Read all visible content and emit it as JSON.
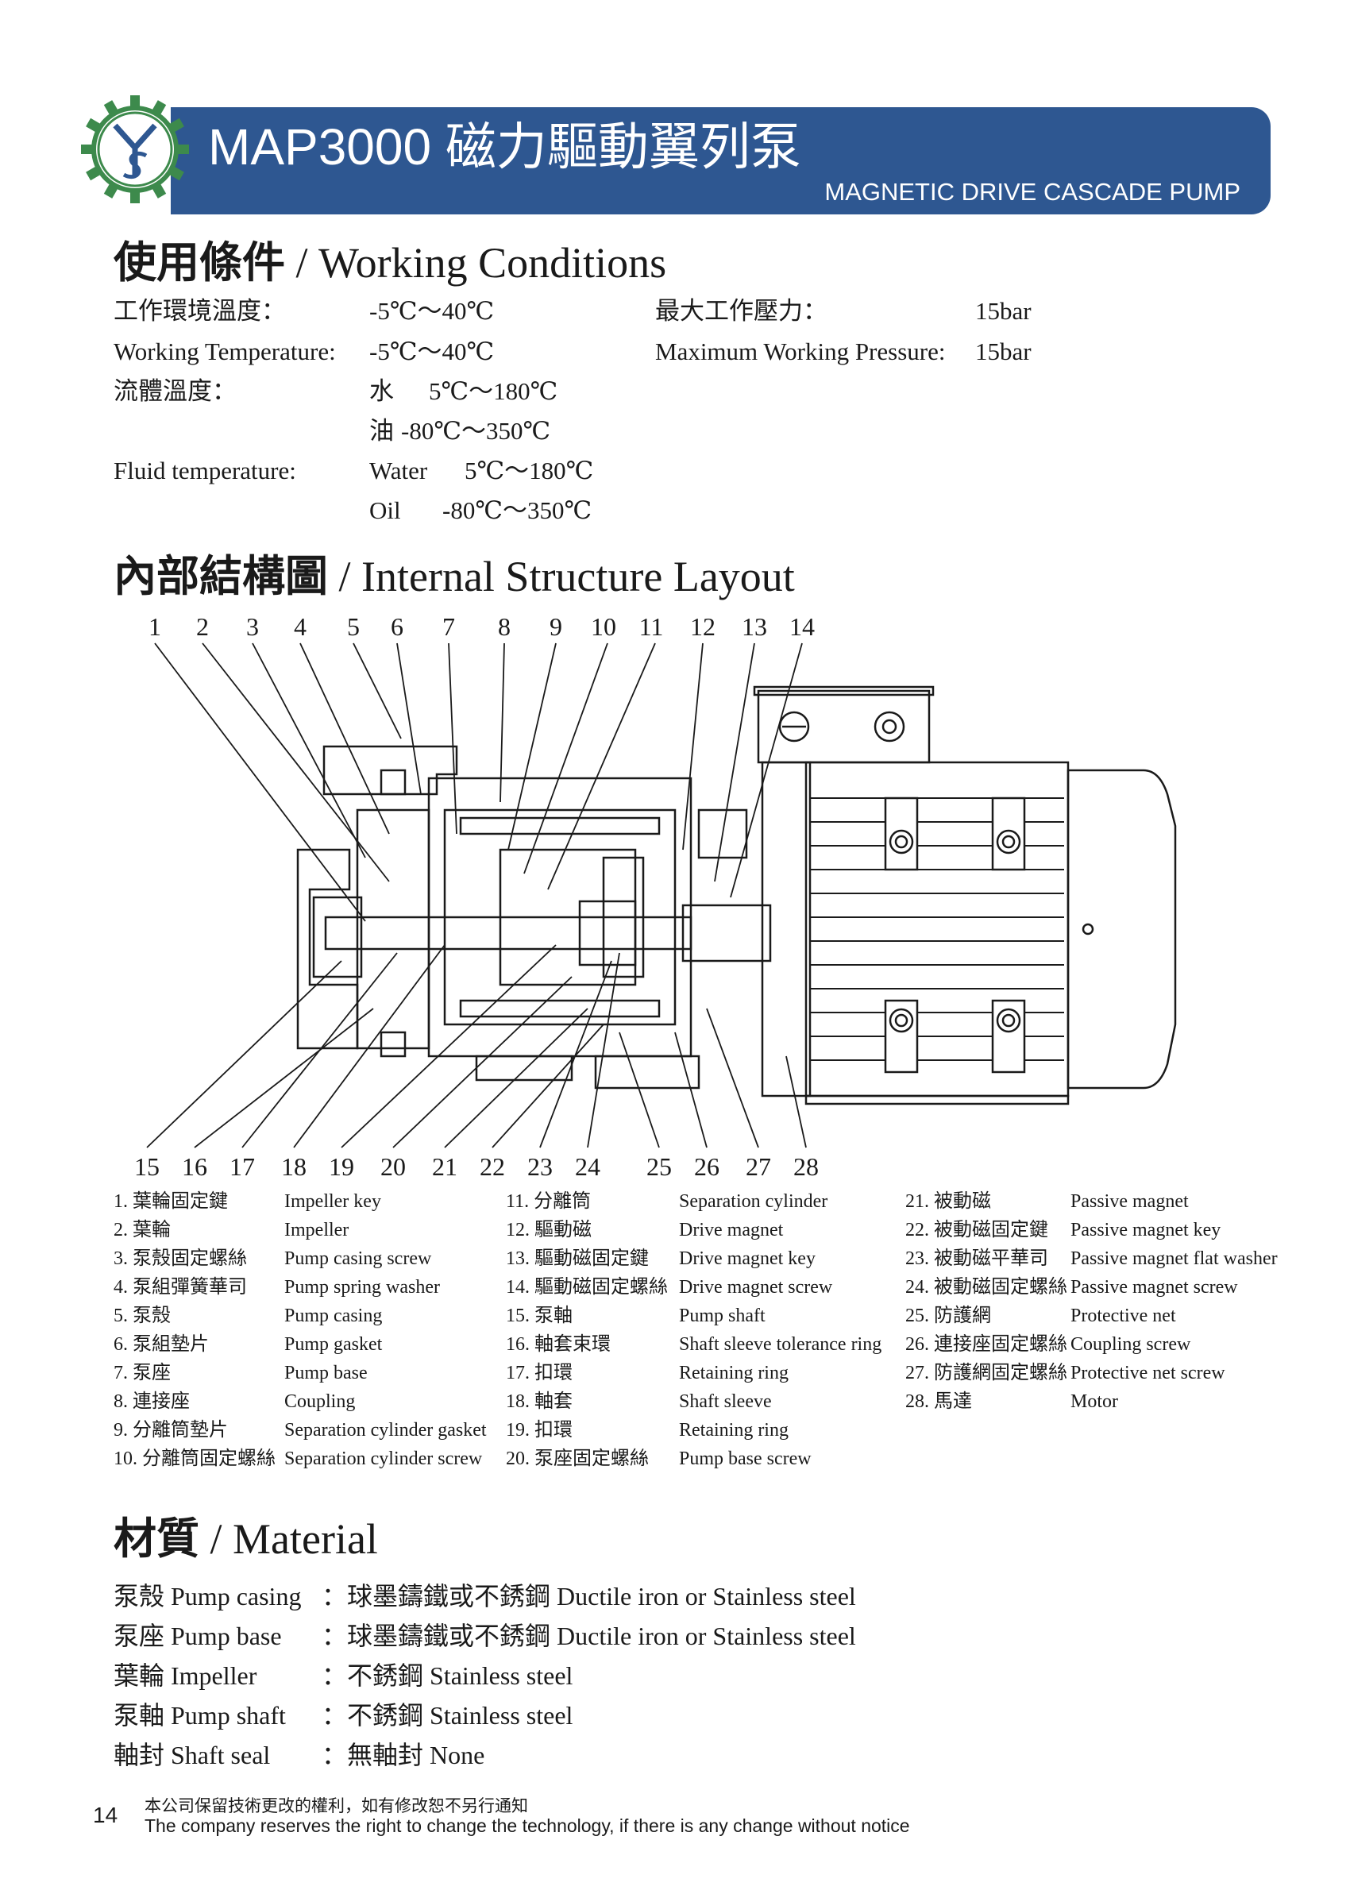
{
  "header": {
    "title": "MAP3000 磁力驅動翼列泵",
    "subtitle": "MAGNETIC DRIVE CASCADE PUMP",
    "logo_icon": "gear-logo-icon",
    "brand_color": "#2e5791",
    "logo_color": "#3d8a4c"
  },
  "working_conditions": {
    "heading_zh": "使用條件",
    "heading_en": "/ Working Conditions",
    "temp_label_zh": "工作環境溫度：",
    "temp_value_zh": "-5℃～40℃",
    "temp_label_en": "Working Temperature:",
    "temp_value_en": "-5℃～40℃",
    "pressure_label_zh": "最大工作壓力：",
    "pressure_value_zh": "15bar",
    "pressure_label_en": "Maximum Working Pressure:",
    "pressure_value_en": "15bar",
    "fluid_label_zh": "流體溫度：",
    "fluid_water_zh": "水",
    "fluid_water_value_zh": "5℃～180℃",
    "fluid_oil_zh": "油",
    "fluid_oil_value_zh": "-80℃～350℃",
    "fluid_label_en": "Fluid temperature:",
    "fluid_water_en": "Water",
    "fluid_water_value_en": "5℃～180℃",
    "fluid_oil_en": "Oil",
    "fluid_oil_value_en": "-80℃～350℃"
  },
  "structure": {
    "heading_zh": "內部結構圖",
    "heading_en": "/ Internal Structure Layout",
    "top_numbers": [
      "1",
      "2",
      "3",
      "4",
      "5",
      "6",
      "7",
      "8",
      "9",
      "10",
      "11",
      "12",
      "13",
      "14"
    ],
    "bottom_numbers": [
      "15",
      "16",
      "17",
      "18",
      "19",
      "20",
      "21",
      "22",
      "23",
      "24",
      "25",
      "26",
      "27",
      "28"
    ]
  },
  "parts": {
    "col1": [
      {
        "zh": "1. 葉輪固定鍵",
        "en": "Impeller key"
      },
      {
        "zh": "2. 葉輪",
        "en": "Impeller"
      },
      {
        "zh": "3. 泵殼固定螺絲",
        "en": "Pump casing screw"
      },
      {
        "zh": "4. 泵組彈簧華司",
        "en": "Pump spring washer"
      },
      {
        "zh": "5. 泵殼",
        "en": "Pump casing"
      },
      {
        "zh": "6. 泵組墊片",
        "en": "Pump gasket"
      },
      {
        "zh": "7. 泵座",
        "en": "Pump base"
      },
      {
        "zh": "8. 連接座",
        "en": "Coupling"
      },
      {
        "zh": "9. 分離筒墊片",
        "en": "Separation cylinder gasket"
      },
      {
        "zh": "10. 分離筒固定螺絲",
        "en": "Separation cylinder screw"
      }
    ],
    "col2": [
      {
        "zh": "11. 分離筒",
        "en": "Separation cylinder"
      },
      {
        "zh": "12. 驅動磁",
        "en": "Drive magnet"
      },
      {
        "zh": "13. 驅動磁固定鍵",
        "en": "Drive magnet key"
      },
      {
        "zh": "14. 驅動磁固定螺絲",
        "en": "Drive magnet screw"
      },
      {
        "zh": "15. 泵軸",
        "en": "Pump shaft"
      },
      {
        "zh": "16. 軸套束環",
        "en": "Shaft sleeve tolerance ring"
      },
      {
        "zh": "17. 扣環",
        "en": "Retaining ring"
      },
      {
        "zh": "18. 軸套",
        "en": "Shaft sleeve"
      },
      {
        "zh": "19. 扣環",
        "en": "Retaining ring"
      },
      {
        "zh": "20. 泵座固定螺絲",
        "en": "Pump base screw"
      }
    ],
    "col3": [
      {
        "zh": "21. 被動磁",
        "en": "Passive magnet"
      },
      {
        "zh": "22. 被動磁固定鍵",
        "en": "Passive magnet key"
      },
      {
        "zh": "23. 被動磁平華司",
        "en": "Passive magnet flat washer"
      },
      {
        "zh": "24. 被動磁固定螺絲",
        "en": "Passive magnet screw"
      },
      {
        "zh": "25. 防護網",
        "en": "Protective net"
      },
      {
        "zh": "26. 連接座固定螺絲",
        "en": "Coupling screw"
      },
      {
        "zh": "27. 防護網固定螺絲",
        "en": "Protective net screw"
      },
      {
        "zh": "28. 馬達",
        "en": "Motor"
      }
    ]
  },
  "material": {
    "heading_zh": "材質",
    "heading_en": "/ Material",
    "items": [
      {
        "label": "泵殼 Pump casing",
        "value": "：球墨鑄鐵或不銹鋼 Ductile iron or Stainless steel"
      },
      {
        "label": "泵座 Pump base",
        "value": "：球墨鑄鐵或不銹鋼 Ductile iron or Stainless steel"
      },
      {
        "label": "葉輪 Impeller",
        "value": "：不銹鋼 Stainless steel"
      },
      {
        "label": "泵軸 Pump shaft",
        "value": "：不銹鋼 Stainless steel"
      },
      {
        "label": "軸封 Shaft seal",
        "value": "：無軸封 None"
      }
    ]
  },
  "footer": {
    "page_number": "14",
    "notice_zh": "本公司保留技術更改的權利，如有修改恕不另行通知",
    "notice_en": "The company reserves the right to change the technology, if there is any change without notice"
  }
}
